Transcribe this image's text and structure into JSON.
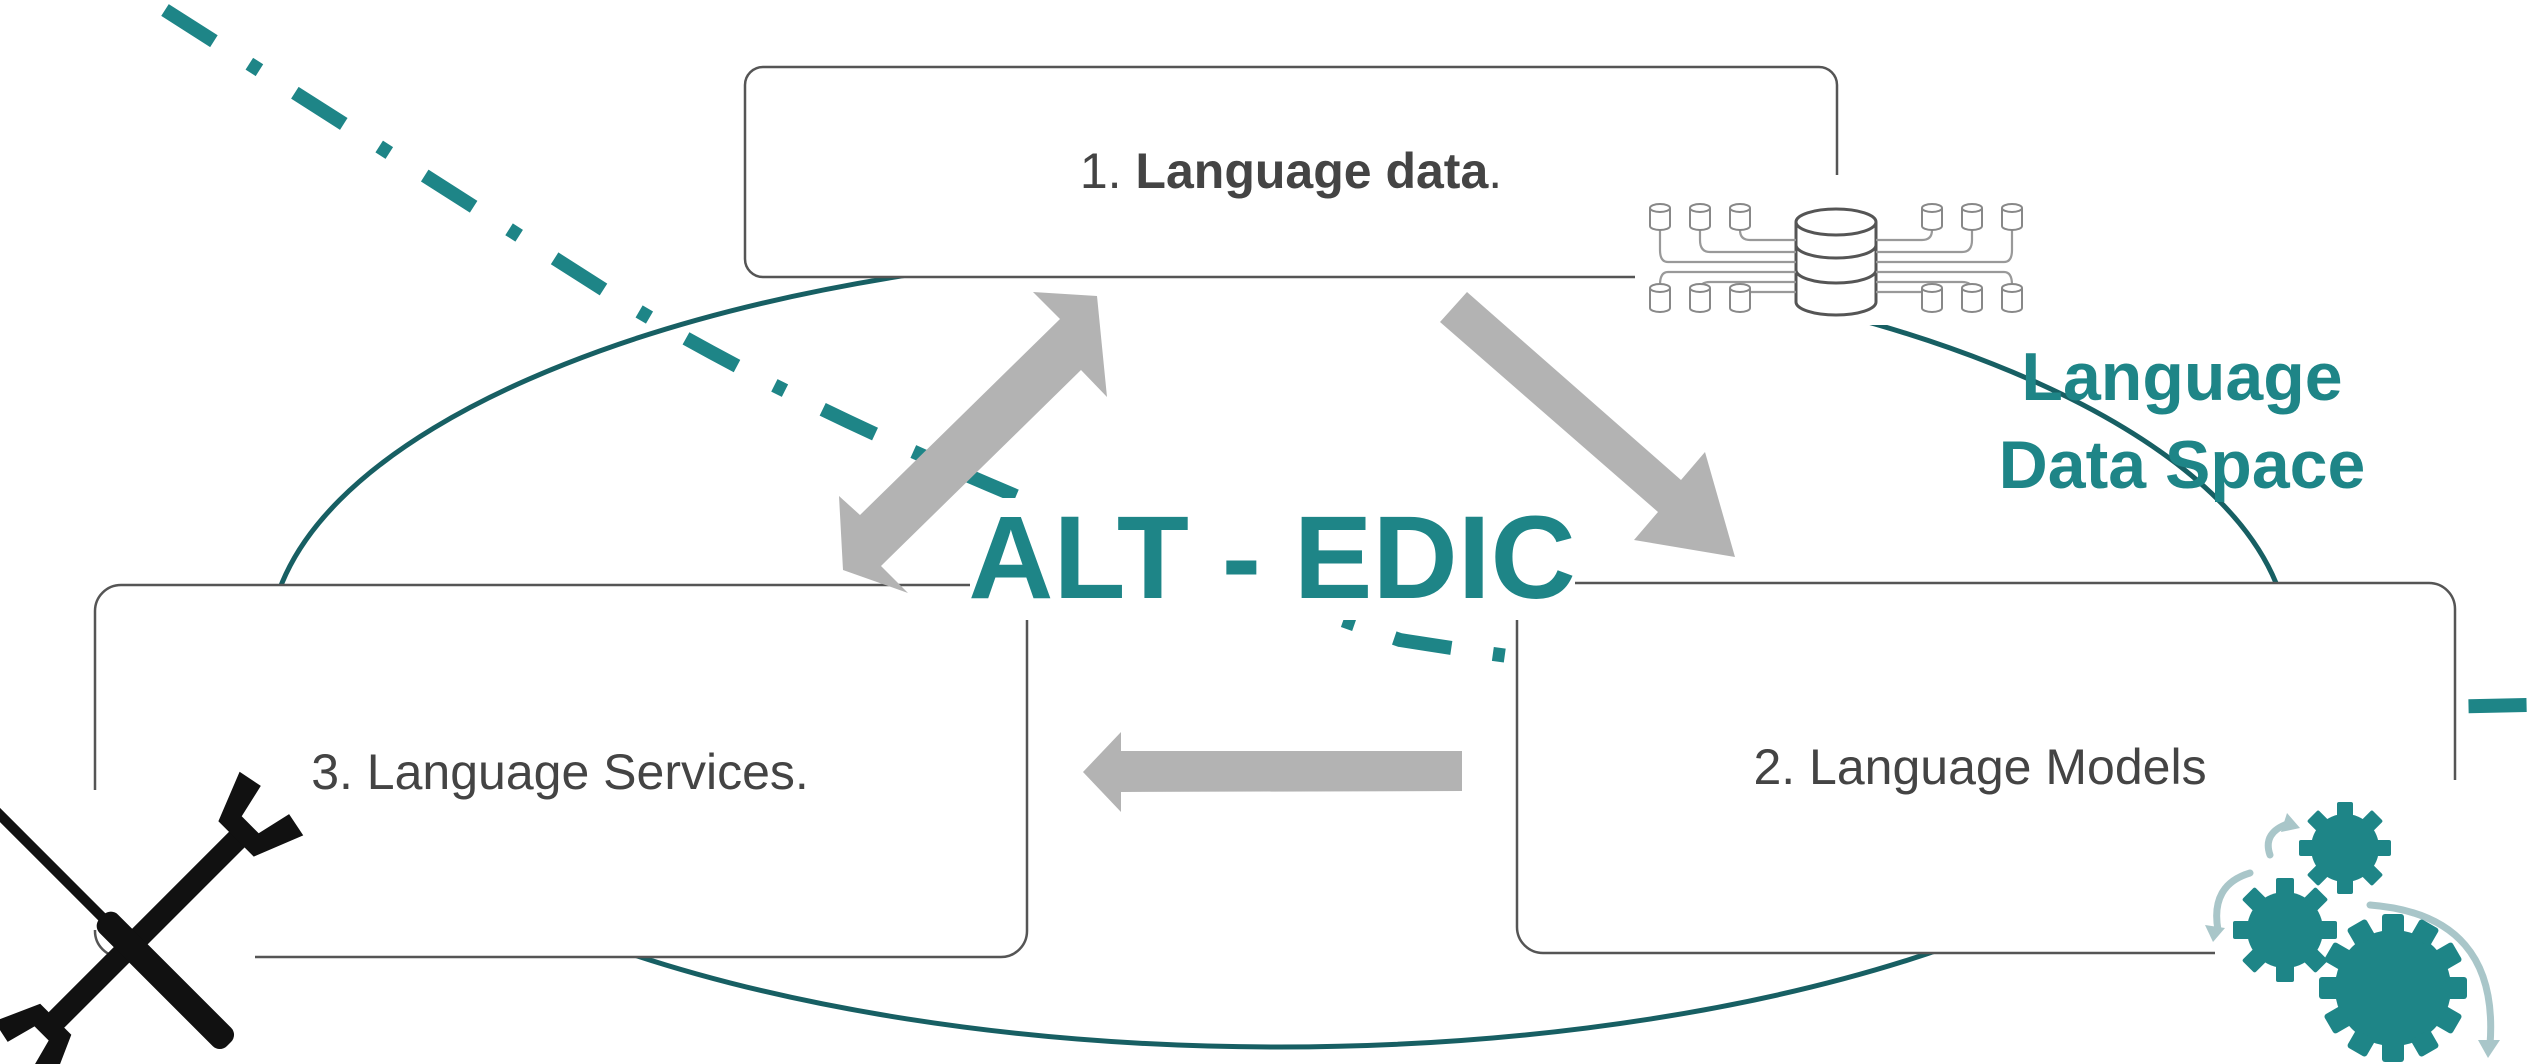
{
  "boxes": {
    "language_data": {
      "number": "1. ",
      "name": "Language data",
      "suffix": "."
    },
    "language_models": {
      "label": "2. Language Models"
    },
    "language_services": {
      "label": "3. Language Services."
    }
  },
  "center_title": "ALT - EDIC",
  "data_space_label": {
    "line1": "Language",
    "line2": "Data Space"
  },
  "colors": {
    "teal": "#1e8587",
    "dark_teal": "#175f63",
    "arrow_gray": "#b3b3b3",
    "box_stroke": "#555555",
    "text": "#444444",
    "gear_arrow": "#a9c6c9"
  },
  "icons": [
    "database-network-icon",
    "tools-icon",
    "gears-icon"
  ]
}
